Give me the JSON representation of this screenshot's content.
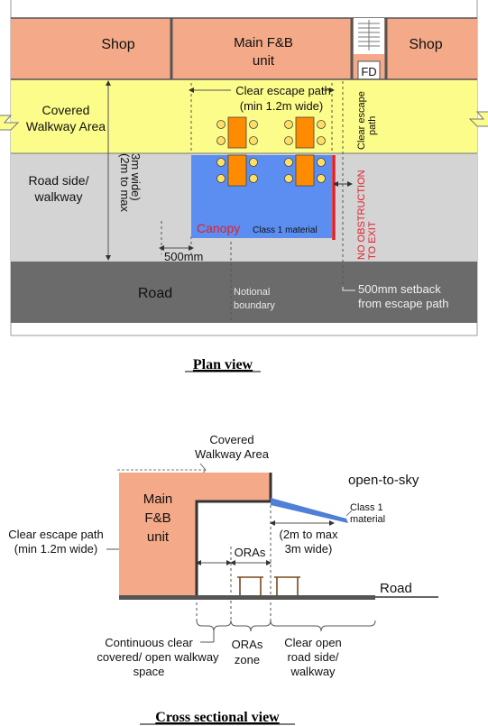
{
  "plan": {
    "shop_left": "Shop",
    "main_unit_line1": "Main F&B",
    "main_unit_line2": "unit",
    "shop_right": "Shop",
    "fd": "FD",
    "covered_line1": "Covered",
    "covered_line2": "Walkway Area",
    "escape_line1": "Clear escape path",
    "escape_line2": "(min 1.2m wide)",
    "escape_vertical_line1": "Clear escape",
    "escape_vertical_line2": "path",
    "roadside_line1": "Road side/",
    "roadside_line2": "walkway",
    "width_line1": "(2m to max",
    "width_line2": "3m wide)",
    "canopy": "Canopy",
    "canopy_material": "Class 1 material",
    "no_obstruction_line1": "NO OBSTRUCTION",
    "no_obstruction_line2": "TO EXIT",
    "offset": "500mm",
    "road": "Road",
    "notional_line1": "Notional",
    "notional_line2": "boundary",
    "setback_line1": "500mm setback",
    "setback_line2": "from escape path",
    "caption": "Plan view"
  },
  "section": {
    "covered_line1": "Covered",
    "covered_line2": "Walkway Area",
    "open_sky": "open-to-sky",
    "unit_line1": "Main",
    "unit_line2": "F&B",
    "unit_line3": "unit",
    "class1_line1": "Class 1",
    "class1_line2": "material",
    "escape_line1": "Clear escape path",
    "escape_line2": "(min 1.2m wide)",
    "width_line1": "(2m to max",
    "width_line2": "3m wide)",
    "oras": "ORAs",
    "road": "Road",
    "continuous_line1": "Continuous clear",
    "continuous_line2": "covered/ open walkway",
    "continuous_line3": "space",
    "oras_zone_line1": "ORAs",
    "oras_zone_line2": "zone",
    "clear_open_line1": "Clear open",
    "clear_open_line2": "road side/",
    "clear_open_line3": "walkway",
    "caption": "Cross sectional view"
  },
  "colors": {
    "shop": "#f4a988",
    "covered": "#fcfc8a",
    "roadside": "#d4d4d4",
    "road": "#6b6b6b",
    "canopy": "#5b8ef0",
    "table": "#ff8c00",
    "chair": "#ffe066",
    "red": "#e0202a",
    "awning": "#4f7fd6"
  }
}
